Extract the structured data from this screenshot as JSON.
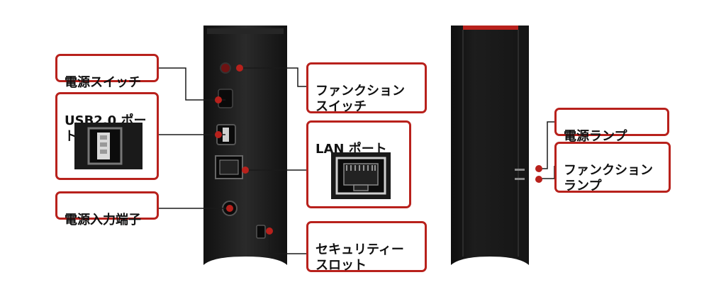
{
  "labels": {
    "power_switch": "電源スイッチ",
    "usb_port": "USB2.0 ポート",
    "power_input": "電源入力端子",
    "function_switch": "ファンクション\nスイッチ",
    "lan_port": "LAN ポート",
    "security_slot": "セキュリティー\nスロット",
    "power_lamp": "電源ランプ",
    "function_lamp": "ファンクション\nランプ"
  },
  "colors": {
    "accent_red": "#b8211c",
    "device_body": "#1c1c1c",
    "leader_line": "#1a1a1a"
  },
  "icons": {
    "usb_port_closeup": "usb-a-port",
    "lan_port_closeup": "rj45-port"
  }
}
